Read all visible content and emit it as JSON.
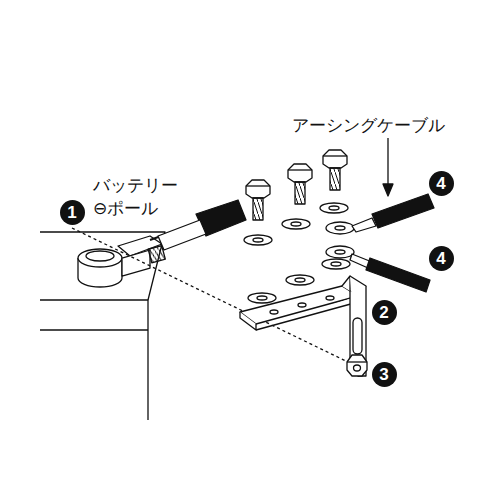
{
  "diagram": {
    "labels": [
      "アーシングケーブル",
      "バッテリー ⊖ポール",
      "4",
      "1",
      "4",
      "2",
      "3"
    ]
  }
}
